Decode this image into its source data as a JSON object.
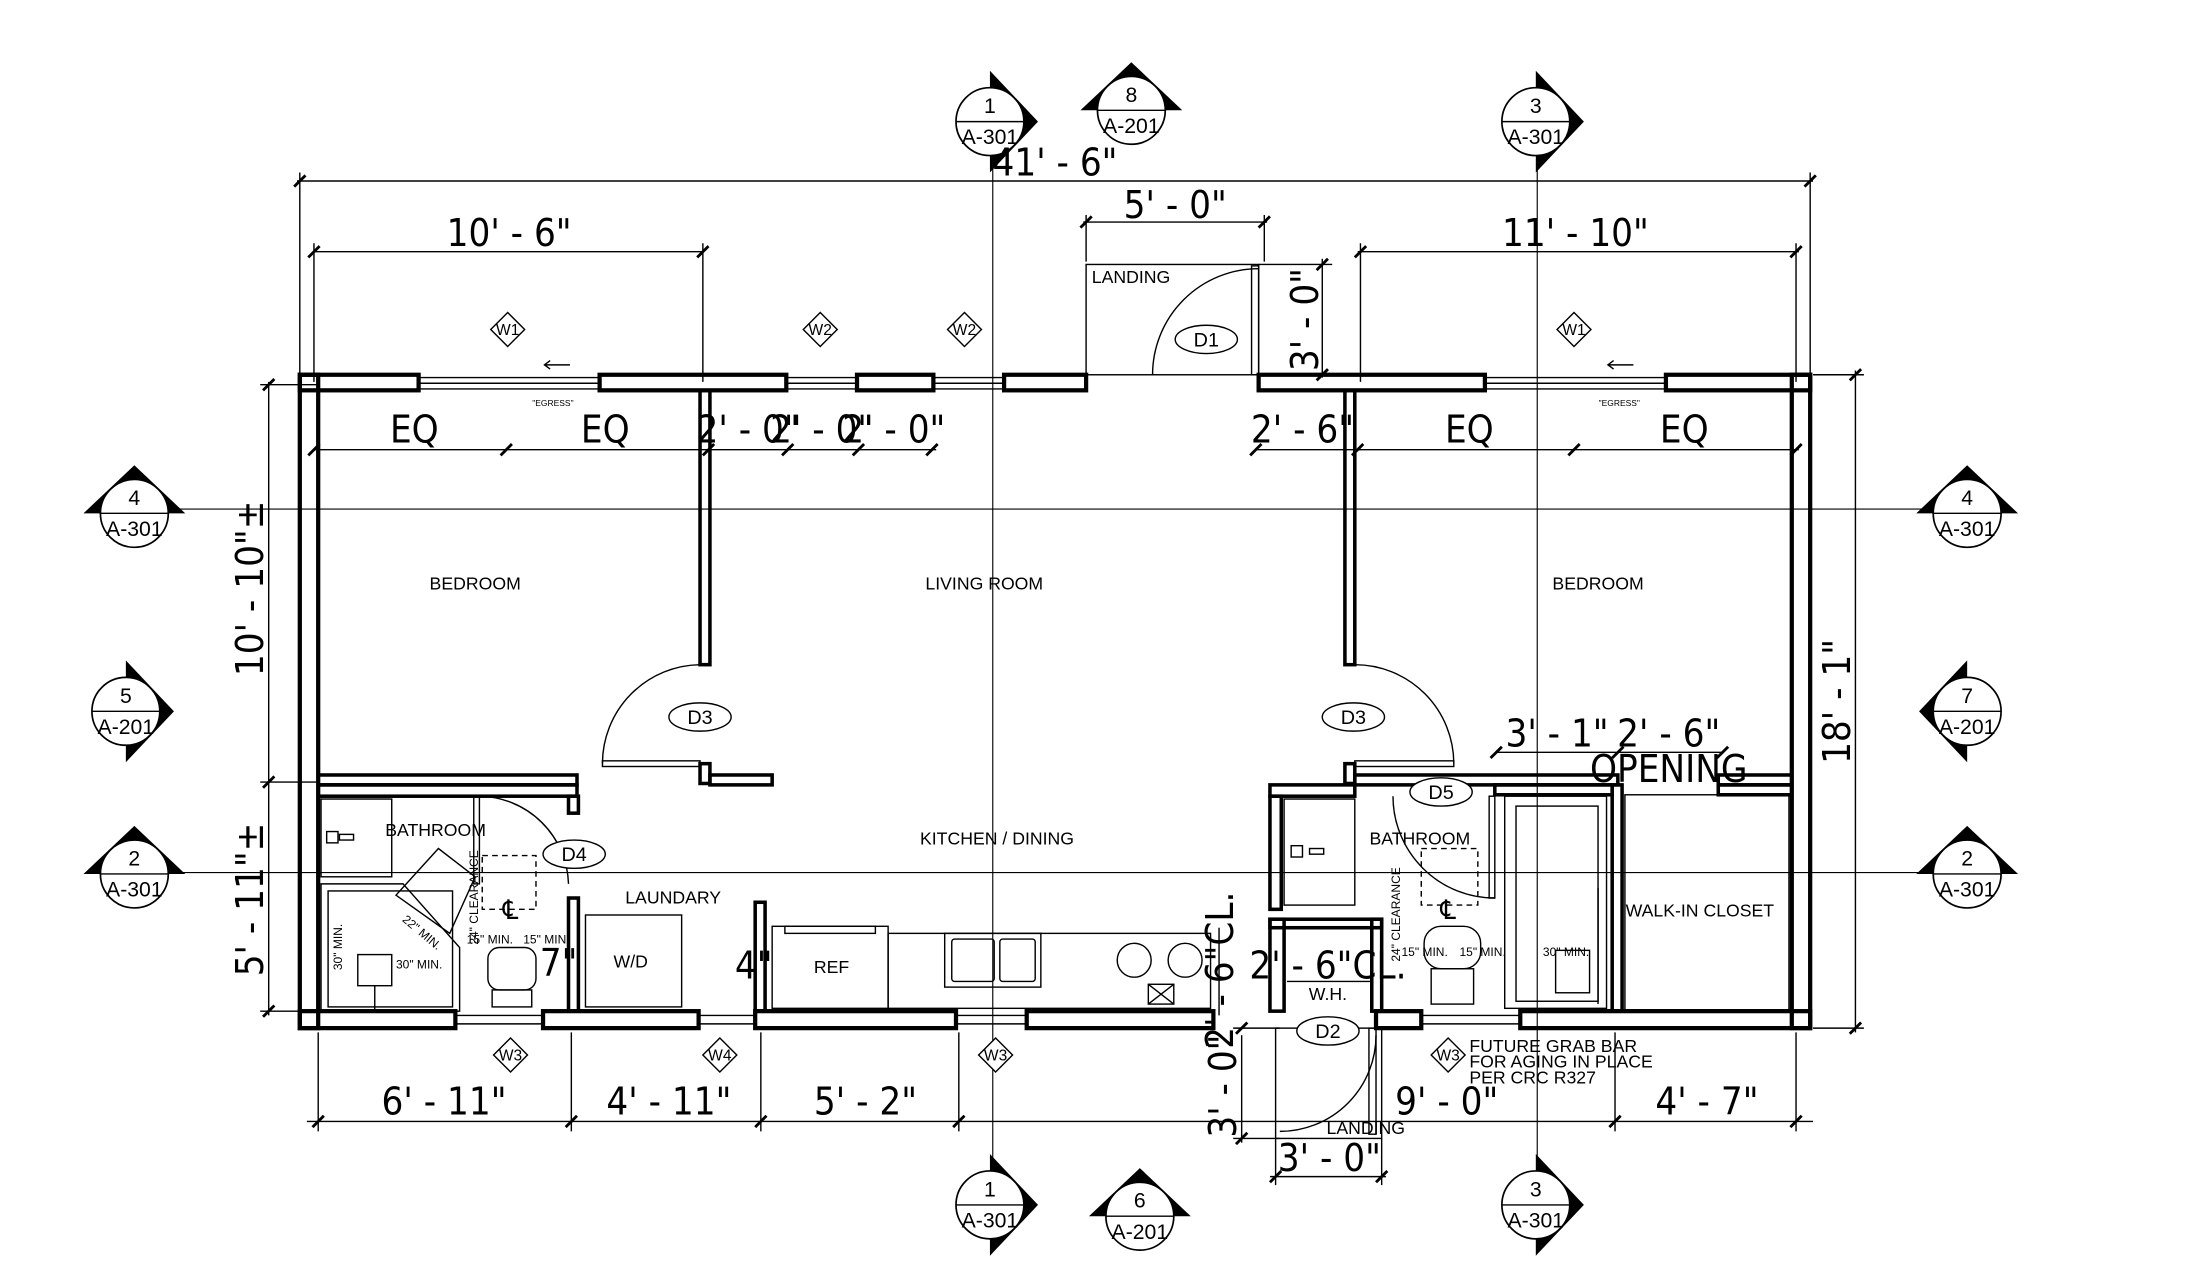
{
  "overall": {
    "width": "41' - 6\"",
    "depth": "18' - 1\""
  },
  "rooms": {
    "bedroom_left": "BEDROOM",
    "living_room": "LIVING ROOM",
    "bedroom_right": "BEDROOM",
    "kitchen_dining": "KITCHEN / DINING",
    "bathroom_left": "BATHROOM",
    "bathroom_right": "BATHROOM",
    "laundary": "LAUNDARY",
    "walk_in_closet": "WALK-IN CLOSET",
    "landing_top": "LANDING",
    "landing_bottom": "LANDING",
    "wd": "W/D",
    "ref": "REF",
    "wh": "W.H.",
    "opening": "OPENING"
  },
  "dimensions": {
    "left_bedroom_width": "10' - 6\"",
    "landing_width": "5' - 0\"",
    "landing_depth": "3' - 0\"",
    "right_bedroom_width": "11' - 10\"",
    "eq": "EQ",
    "window_2ft": "2' - 0\"",
    "door_2ft6": "2' - 6\"",
    "left_upper_depth": "10' - 10\"±",
    "left_lower_depth": "5' - 11\"±",
    "closet_3ft1": "3' - 1\"",
    "closet_2ft6": "2' - 6\"",
    "bath_left": "6' - 11\"",
    "laundry_width": "4' - 11\"",
    "kitchen_5ft2": "5' - 2\"",
    "bath_right": "9' - 0\"",
    "closet_4ft7": "4' - 7\"",
    "rear_landing_width": "3' - 0\"",
    "rear_landing_depth": "3' - 0\"",
    "clear_2ft6": "2' - 6\"CL.",
    "gap_7": "7\"",
    "gap_4": "4\""
  },
  "fixtures": {
    "clearance_24": "24\" CLEARANCE",
    "min_15": "15\" MIN.",
    "min_30": "30\" MIN.",
    "min_22": "22\" MIN.",
    "egress": "\"EGRESS\"",
    "centerline": "℄"
  },
  "tags": {
    "doors": [
      "D1",
      "D2",
      "D3",
      "D3",
      "D4",
      "D5"
    ],
    "windows": [
      "W1",
      "W2",
      "W2",
      "W1",
      "W3",
      "W4",
      "W3",
      "W3"
    ]
  },
  "note_grab_bar": [
    "FUTURE GRAB BAR",
    "FOR AGING IN PLACE",
    "PER CRC R327"
  ],
  "sections": [
    {
      "num": "1",
      "sheet": "A-301",
      "pos": "top-1"
    },
    {
      "num": "8",
      "sheet": "A-201",
      "pos": "top-8"
    },
    {
      "num": "3",
      "sheet": "A-301",
      "pos": "top-3"
    },
    {
      "num": "4",
      "sheet": "A-301",
      "pos": "left-4"
    },
    {
      "num": "5",
      "sheet": "A-201",
      "pos": "left-5"
    },
    {
      "num": "2",
      "sheet": "A-301",
      "pos": "left-2"
    },
    {
      "num": "4",
      "sheet": "A-301",
      "pos": "right-4"
    },
    {
      "num": "7",
      "sheet": "A-201",
      "pos": "right-7"
    },
    {
      "num": "2",
      "sheet": "A-301",
      "pos": "right-2"
    },
    {
      "num": "1",
      "sheet": "A-301",
      "pos": "bottom-1"
    },
    {
      "num": "6",
      "sheet": "A-201",
      "pos": "bottom-6"
    },
    {
      "num": "3",
      "sheet": "A-301",
      "pos": "bottom-3"
    }
  ]
}
